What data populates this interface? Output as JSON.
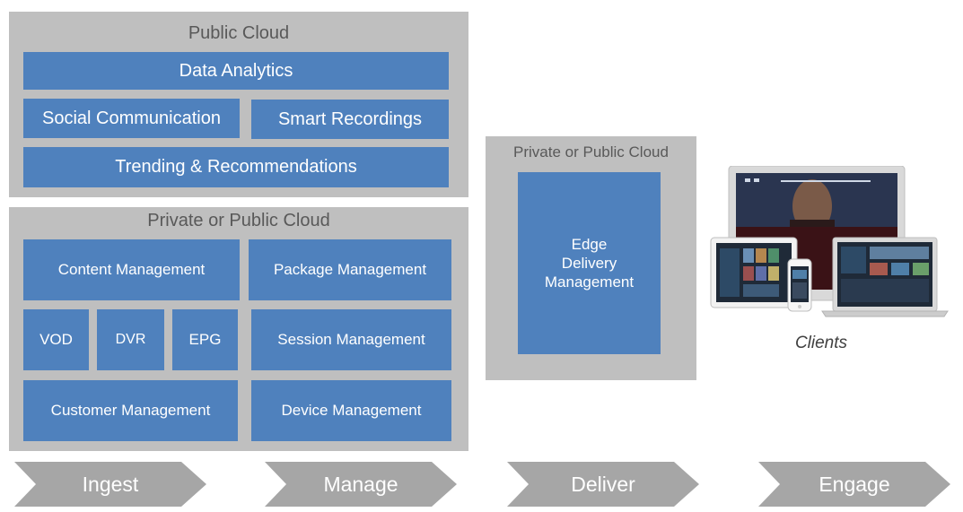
{
  "public_cloud": {
    "title": "Public Cloud",
    "data_analytics": "Data Analytics",
    "social_communication": "Social Communication",
    "smart_recordings": "Smart Recordings",
    "trending": "Trending & Recommendations"
  },
  "private_cloud": {
    "title": "Private or Public Cloud",
    "content_management": "Content Management",
    "package_management": "Package Management",
    "vod": "VOD",
    "dvr": "DVR",
    "epg": "EPG",
    "session_management": "Session Management",
    "customer_management": "Customer Management",
    "device_management": "Device Management"
  },
  "delivery_cloud": {
    "title": "Private or Public Cloud",
    "edge_line1": "Edge",
    "edge_line2": "Delivery",
    "edge_line3": "Management"
  },
  "clients": {
    "label": "Clients"
  },
  "stages": [
    "Ingest",
    "Manage",
    "Deliver",
    "Engage"
  ],
  "colors": {
    "panel": "#bfbfbf",
    "block": "#4f81bd",
    "chevron": "#a6a6a6"
  }
}
